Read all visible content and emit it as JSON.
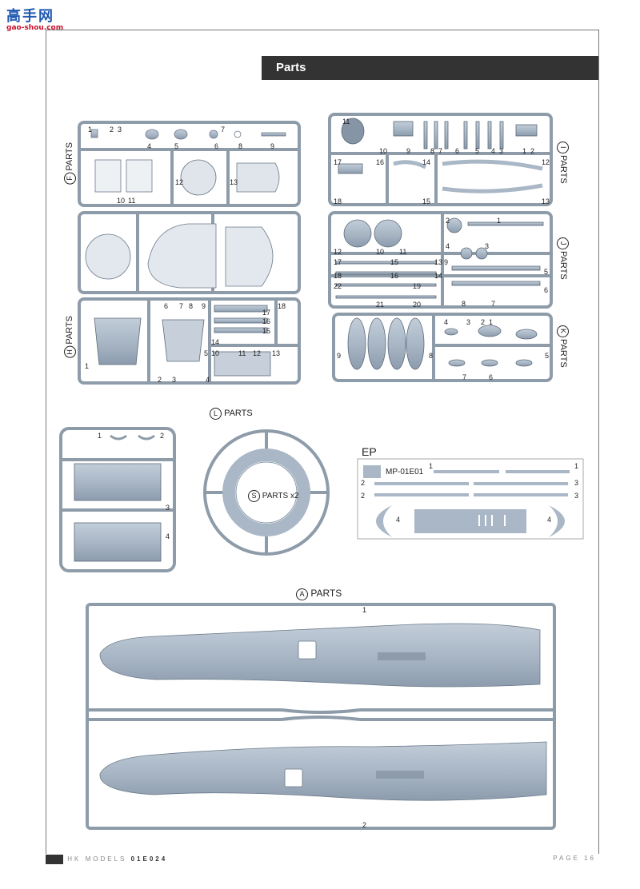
{
  "watermark": {
    "brand": "高手网",
    "url": "gao-shou.com"
  },
  "header": {
    "title": "Parts"
  },
  "labels": {
    "F": "F",
    "H": "H",
    "I": "I",
    "J": "J",
    "K": "K",
    "L": "L",
    "A": "A",
    "S": "S",
    "parts": "PARTS",
    "parts_x2": "PARTS x2",
    "ep": "EP",
    "ep_code": "MP-01E01"
  },
  "sprues": {
    "F": [
      "1",
      "2",
      "3",
      "4",
      "5",
      "6",
      "7",
      "8",
      "9",
      "10",
      "11",
      "12",
      "13"
    ],
    "H": [
      "1",
      "2",
      "3",
      "4",
      "5",
      "6",
      "7",
      "8",
      "9",
      "10",
      "11",
      "12",
      "13",
      "14",
      "15",
      "16",
      "17",
      "18"
    ],
    "I": [
      "1",
      "2",
      "3",
      "4",
      "5",
      "6",
      "7",
      "8",
      "9",
      "10",
      "11",
      "12",
      "13",
      "14",
      "15",
      "16",
      "17",
      "18"
    ],
    "J": [
      "1",
      "2",
      "3",
      "4",
      "5",
      "6",
      "7",
      "8",
      "9",
      "10",
      "11",
      "12",
      "13",
      "14",
      "15",
      "16",
      "17",
      "18",
      "19",
      "20",
      "21",
      "22"
    ],
    "K": [
      "1",
      "2",
      "3",
      "4",
      "5",
      "6",
      "7",
      "8",
      "9"
    ],
    "L": [
      "1",
      "2",
      "3",
      "4"
    ],
    "EP": [
      "1",
      "2",
      "3",
      "4"
    ],
    "A": [
      "1",
      "2"
    ]
  },
  "footer": {
    "brand": "HK MODELS",
    "code": "01E024",
    "page": "PAGE 16"
  },
  "colors": {
    "plastic": "#a9b7c6",
    "plastic_dark": "#8595a6",
    "frame": "#8e9caa",
    "header_bg": "#333333"
  }
}
